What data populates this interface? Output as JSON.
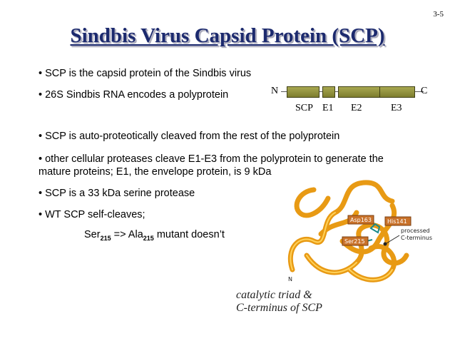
{
  "slide_number": "3-5",
  "title": "Sindbis Virus Capsid Protein (SCP)",
  "bullets": {
    "b1": "• SCP is the capsid protein of the Sindbis virus",
    "b2": "• 26S Sindbis RNA encodes a polyprotein",
    "b3": "• SCP is auto-proteotically cleaved from the rest of the polyprotein",
    "b4": "• other cellular proteases cleave E1-E3 from the polyprotein to generate the mature proteins; E1, the envelope protein, is 9 kDa",
    "b5": "• SCP is a 33 kDa serine protease",
    "b6": "• WT SCP self-cleaves;"
  },
  "mutant": {
    "ser": "Ser",
    "ser_sub": "215",
    "arrow": " => Ala",
    "ala_sub": "215",
    "rest": " mutant doesn’t"
  },
  "polyprotein": {
    "n_label": "N",
    "c_label": "C",
    "segments": [
      "SCP",
      "E1",
      "E2",
      "E3"
    ]
  },
  "structure": {
    "asp_label": "Asp163",
    "his_label": "His141",
    "ser_label": "Ser215",
    "processed_label_1": "processed",
    "processed_label_2": "C-terminus",
    "n_terminus_label": "N"
  },
  "caption": {
    "line1": "catalytic triad &",
    "line2": "C-terminus of SCP"
  },
  "colors": {
    "title": "#1c2a6e",
    "ribbon": "#f0a81e",
    "gene_box": "#9a9a44",
    "label_box": "#c9722a"
  }
}
